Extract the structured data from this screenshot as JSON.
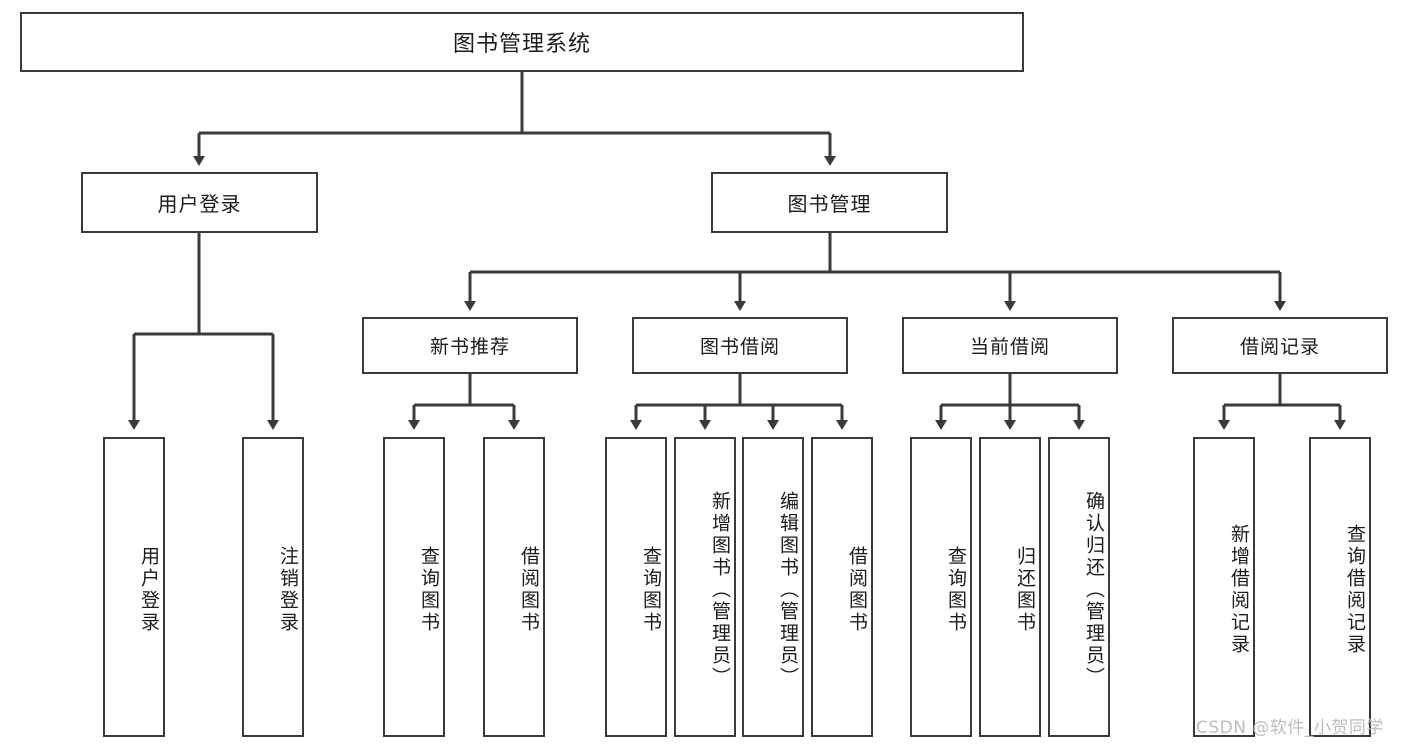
{
  "diagram": {
    "type": "tree",
    "title": "图书管理系统",
    "root": {
      "label": "图书管理系统"
    },
    "level2": [
      {
        "label": "用户登录"
      },
      {
        "label": "图书管理"
      }
    ],
    "level3": [
      {
        "label": "新书推荐"
      },
      {
        "label": "图书借阅"
      },
      {
        "label": "当前借阅"
      },
      {
        "label": "借阅记录"
      }
    ],
    "leaves": {
      "user_login": [
        {
          "label": "用户登录"
        },
        {
          "label": "注销登录"
        }
      ],
      "new_book_recommend": [
        {
          "label": "查询图书"
        },
        {
          "label": "借阅图书"
        }
      ],
      "book_borrow": [
        {
          "label": "查询图书"
        },
        {
          "label": "新增图书（管理员）"
        },
        {
          "label": "编辑图书（管理员）"
        },
        {
          "label": "借阅图书"
        }
      ],
      "current_borrow": [
        {
          "label": "查询图书"
        },
        {
          "label": "归还图书"
        },
        {
          "label": "确认归还（管理员）"
        }
      ],
      "borrow_record": [
        {
          "label": "新增借阅记录"
        },
        {
          "label": "查询借阅记录"
        }
      ]
    }
  },
  "watermark": {
    "text": "CSDN @软件_小贺同学"
  },
  "colors": {
    "stroke": "#3a3a3a",
    "fill": "#ffffff",
    "text": "#1b1b1b",
    "watermark": "#bdbdbd"
  }
}
